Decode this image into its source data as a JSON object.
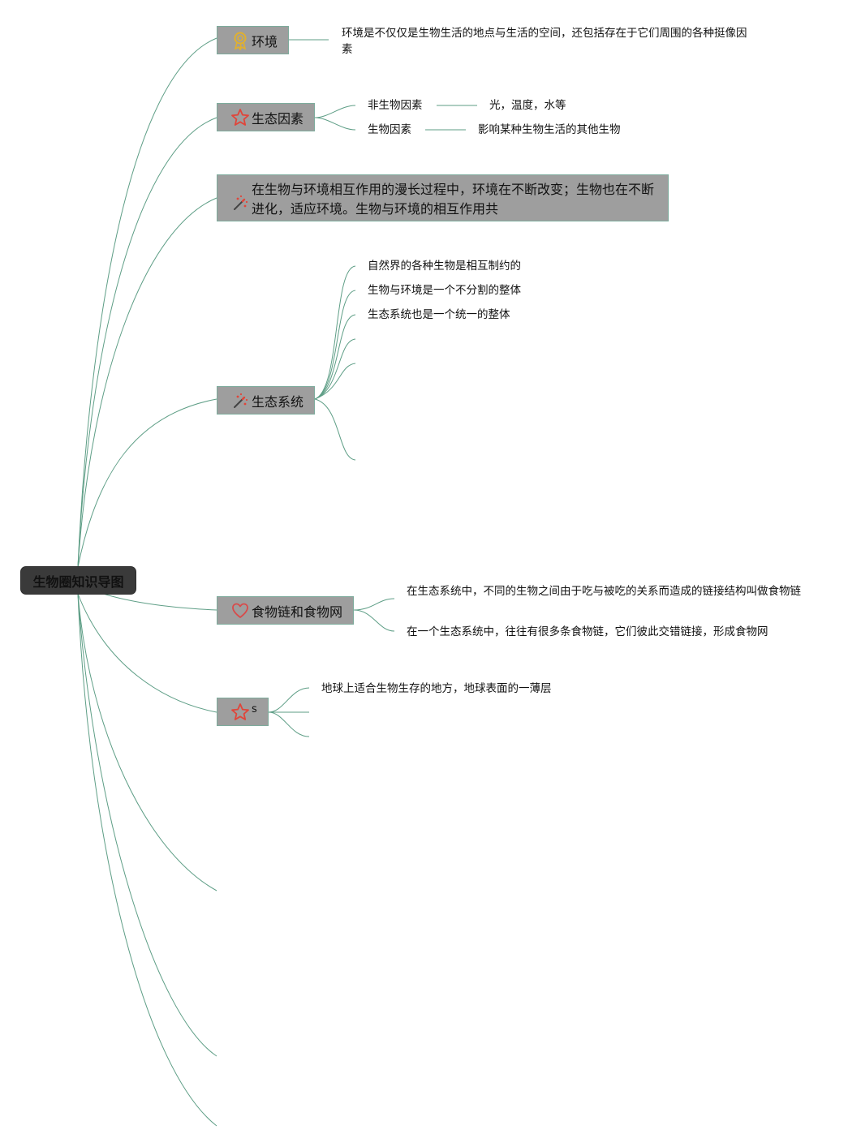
{
  "root": {
    "label": "生物圈知识导图"
  },
  "branches": [
    {
      "id": "env",
      "label": "环境",
      "icon": "ribbon-badge-icon",
      "children": [
        {
          "text": "环境是不仅仅是生物生活的地点与生活的空间，还包括存在于它们周围的各种挺像因素"
        }
      ]
    },
    {
      "id": "factors",
      "label": "生态因素",
      "icon": "star-outline-icon",
      "children": [
        {
          "text": "非生物因素",
          "detail": "光，温度，水等"
        },
        {
          "text": "生物因素",
          "detail": "影响某种生物生活的其他生物"
        }
      ]
    },
    {
      "id": "interaction",
      "label": "在生物与环境相互作用的漫长过程中，环境在不断改变；生物也在不断进化，适应环境。生物与环境的相互作用共",
      "icon": "magic-wand-icon"
    },
    {
      "id": "ecosystem",
      "label": "生态系统",
      "icon": "magic-wand-icon",
      "children": [
        {
          "text": "自然界的各种生物是相互制约的"
        },
        {
          "text": "生物与环境是一个不分割的整体"
        },
        {
          "text": "生态系统也是一个统一的整体"
        }
      ]
    },
    {
      "id": "foodweb",
      "label": "食物链和食物网",
      "icon": "heart-outline-icon",
      "children": [
        {
          "text": "在生态系统中，不同的生物之间由于吃与被吃的关系而造成的链接结构叫做食物链"
        },
        {
          "text": "在一个生态系统中，往往有很多条食物链，它们彼此交错链接，形成食物网"
        }
      ]
    },
    {
      "id": "biosphere",
      "label": "s",
      "icon": "star-outline-icon",
      "children": [
        {
          "text": "地球上适合生物生存的地方，地球表面的一薄层"
        }
      ]
    }
  ],
  "colors": {
    "connector": "#5e9e86",
    "node_fill": "#9e9e9e",
    "root_fill": "#3a3a3a",
    "star": "#e0453a",
    "heart": "#d84a4a",
    "badge": "#e0b030"
  }
}
